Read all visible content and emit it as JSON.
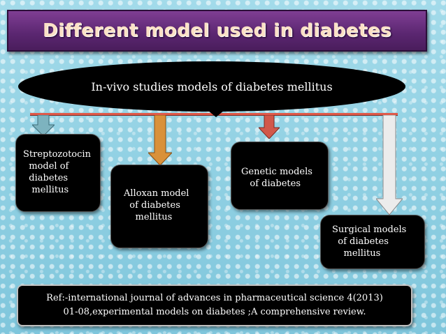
{
  "title": "Different model used in diabetes",
  "top_node": "In-vivo studies models  of diabetes mellitus",
  "models": [
    {
      "label": "Streptozotocin\n  model of\n  diabetes\n   mellitus",
      "arrow_color": "#7db3bf"
    },
    {
      "label": "Alloxan model\n  of diabetes\n    mellitus",
      "arrow_color": "#d9913a"
    },
    {
      "label": "Genetic models\n   of diabetes",
      "arrow_color": "#d1584a"
    },
    {
      "label": "Surgical models\n  of diabetes\n    mellitus",
      "arrow_color": "#ececec"
    }
  ],
  "reference": {
    "line1": "Ref:-international journal of advances in pharmaceutical science 4(2013)",
    "line2": "01-08,experimental models on diabetes ;A comprehensive review."
  },
  "colors": {
    "background": "#8fd0e3",
    "title_bar": "#5a2670",
    "title_text": "#fbe1c6",
    "connector_line": "#e05a4a",
    "node_fill": "#000000",
    "node_text": "#ffffff"
  }
}
